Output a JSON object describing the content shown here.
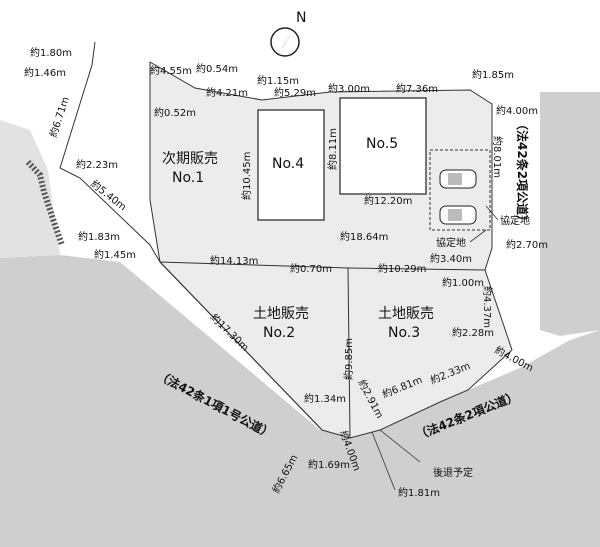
{
  "compass": {
    "label": "N"
  },
  "lots": {
    "lot1": {
      "title": "次期販売",
      "number": "No.1"
    },
    "lot2": {
      "title": "土地販売",
      "number": "No.2"
    },
    "lot3": {
      "title": "土地販売",
      "number": "No.3"
    }
  },
  "buildings": {
    "b4": "No.4",
    "b5": "No.5"
  },
  "roads": {
    "right_top": "（法42条2項公道）",
    "right_bottom": "（法42条2項公道）",
    "bottom_left": "（法42条1項1号公道）"
  },
  "notes": {
    "setback": "後退予定",
    "agreed_land_1": "協定地",
    "agreed_land_2": "協定地"
  },
  "dimensions": {
    "d1": "約1.80m",
    "d2": "約1.46m",
    "d3": "約6.71m",
    "d4": "約2.23m",
    "d5": "約5.40m",
    "d6": "約1.83m",
    "d7": "約1.45m",
    "d8": "約4.55m",
    "d9": "約0.54m",
    "d10": "約0.52m",
    "d11": "約4.21m",
    "d12": "約1.15m",
    "d13": "約5.29m",
    "d14": "約3.00m",
    "d15": "約7.36m",
    "d16": "約1.85m",
    "d17": "約4.00m",
    "d18": "約10.45m",
    "d19": "約8.11m",
    "d20": "約8.01m",
    "d21": "約12.20m",
    "d22": "約18.64m",
    "d23": "約2.70m",
    "d24": "約3.40m",
    "d25": "約14.13m",
    "d26": "約0.70m",
    "d27": "約10.29m",
    "d28": "約1.00m",
    "d29": "約4.37m",
    "d30": "約17.30m",
    "d31": "約9.85m",
    "d32": "約2.28m",
    "d33": "約2.33m",
    "d34": "約4.00m",
    "d35": "約6.81m",
    "d36": "約2.91m",
    "d37": "約1.34m",
    "d38": "約6.65m",
    "d39": "約1.69m",
    "d40": "約4.00m",
    "d41": "約1.81m"
  },
  "colors": {
    "site_fill": "#ececec",
    "road_fill": "#cfcfcf",
    "line": "#333333",
    "building_stroke": "#222222"
  }
}
